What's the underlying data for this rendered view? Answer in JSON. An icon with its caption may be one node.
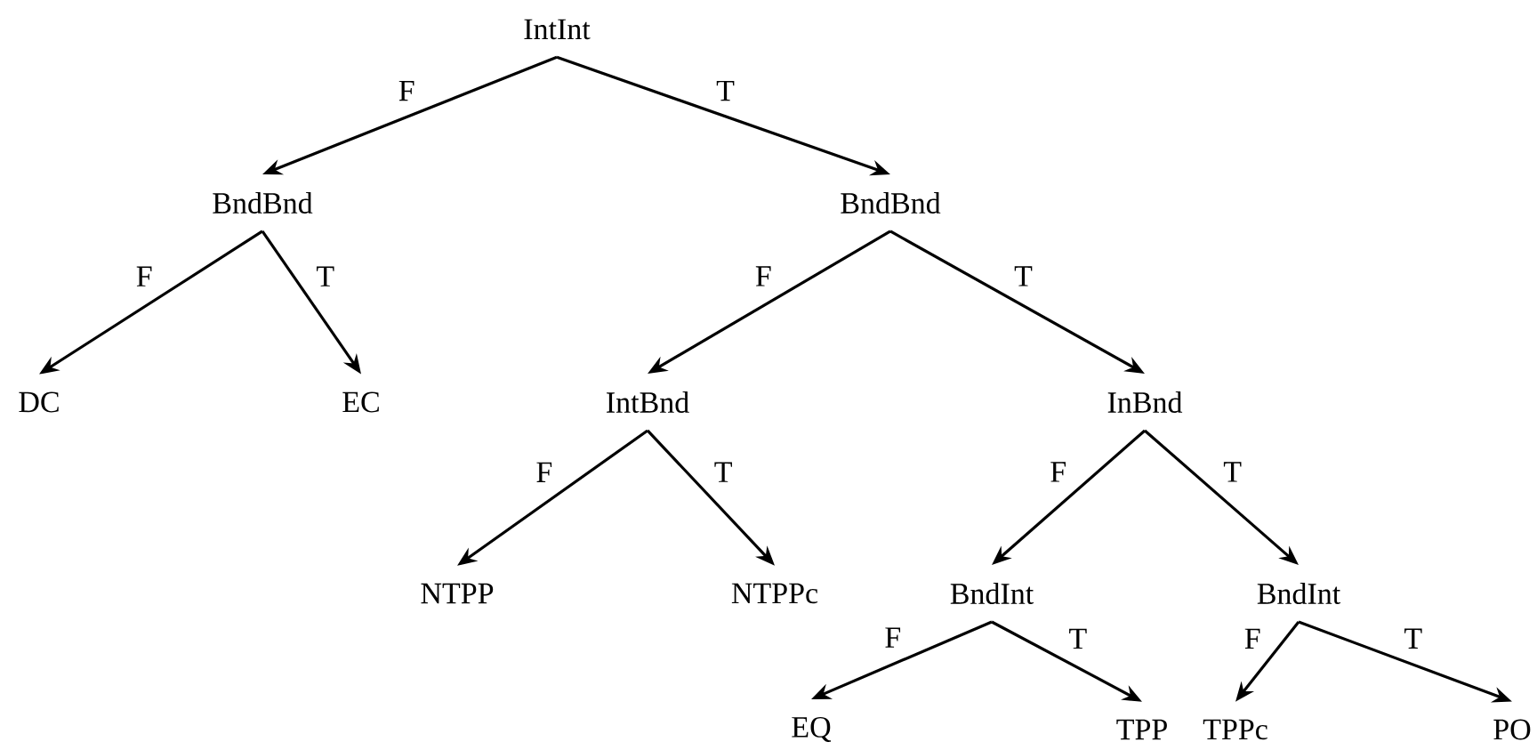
{
  "diagram": {
    "nodes": [
      {
        "text": [
          "IntInt"
        ]
      },
      {
        "text": [
          "BndBnd"
        ]
      },
      {
        "text": [
          "BndBnd"
        ]
      },
      {
        "text": [
          "DC"
        ]
      },
      {
        "text": [
          "EC"
        ]
      },
      {
        "text": [
          "IntBnd"
        ]
      },
      {
        "text": [
          "InBnd"
        ]
      },
      {
        "text": [
          "NTPP"
        ]
      },
      {
        "text": [
          "NTPPc"
        ]
      },
      {
        "text": [
          "BndInt"
        ]
      },
      {
        "text": [
          "BndInt"
        ]
      },
      {
        "text": [
          "EQ"
        ]
      },
      {
        "text": [
          "TPP"
        ]
      },
      {
        "text": [
          "TPPc"
        ]
      },
      {
        "text": [
          "PO"
        ]
      }
    ],
    "edges": [
      {
        "from": 0,
        "to": 1,
        "arrow": "to",
        "label": "F"
      },
      {
        "from": 0,
        "to": 2,
        "arrow": "to",
        "label": "T"
      },
      {
        "from": 1,
        "to": 3,
        "arrow": "to",
        "label": "F"
      },
      {
        "from": 1,
        "to": 4,
        "arrow": "to",
        "label": "T"
      },
      {
        "from": 2,
        "to": 5,
        "arrow": "to",
        "label": "F"
      },
      {
        "from": 2,
        "to": 6,
        "arrow": "to",
        "label": "T"
      },
      {
        "from": 5,
        "to": 7,
        "arrow": "to",
        "label": "F"
      },
      {
        "from": 5,
        "to": 8,
        "arrow": "to",
        "label": "T"
      },
      {
        "from": 6,
        "to": 9,
        "arrow": "to",
        "label": "F"
      },
      {
        "from": 6,
        "to": 10,
        "arrow": "to",
        "label": "T"
      },
      {
        "from": 9,
        "to": 11,
        "arrow": "to",
        "label": "F"
      },
      {
        "from": 9,
        "to": 12,
        "arrow": "to",
        "label": "T"
      },
      {
        "from": 10,
        "to": 13,
        "arrow": "to",
        "label": "F"
      },
      {
        "from": 10,
        "to": 14,
        "arrow": "to",
        "label": "T"
      }
    ]
  }
}
